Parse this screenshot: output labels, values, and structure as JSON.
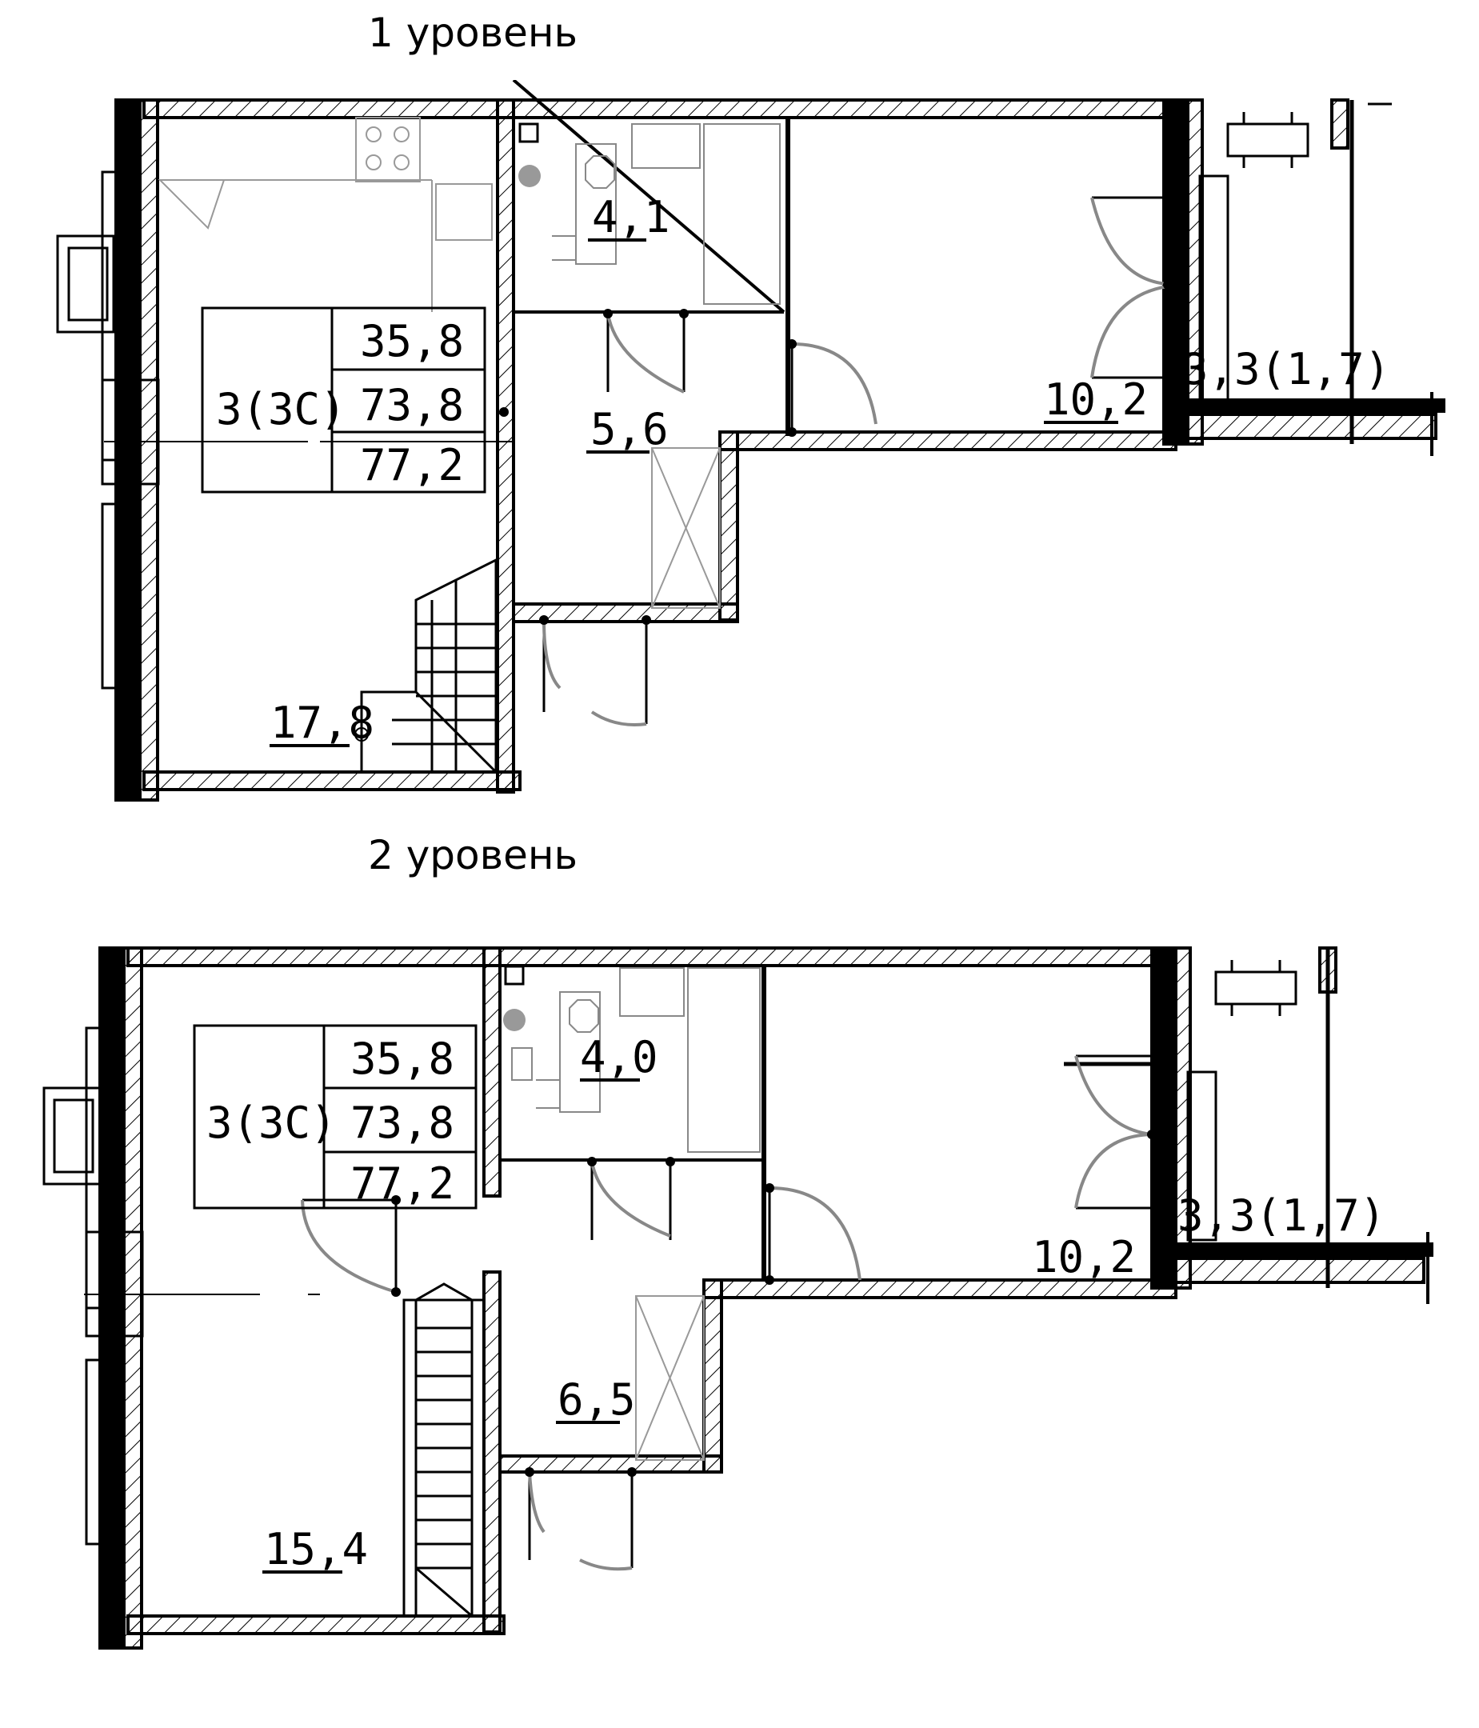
{
  "level1": {
    "title": "1 уровень",
    "summary": {
      "type": "3(3С)",
      "area_living": "35,8",
      "area_total": "73,8",
      "area_with_balcony": "77,2"
    },
    "rooms": {
      "living": "17,8",
      "bathroom": "4,1",
      "hall": "5,6",
      "bedroom": "10,2",
      "balcony": "3,3(1,7)"
    }
  },
  "level2": {
    "title": "2 уровень",
    "summary": {
      "type": "3(3С)",
      "area_living": "35,8",
      "area_total": "73,8",
      "area_with_balcony": "77,2"
    },
    "rooms": {
      "living": "15,4",
      "bathroom": "4,0",
      "hall": "6,5",
      "bedroom": "10,2",
      "balcony": "3,3(1,7)"
    }
  },
  "colors": {
    "wall": "#000000",
    "fixture": "#999999",
    "door_arc": "#888888"
  }
}
